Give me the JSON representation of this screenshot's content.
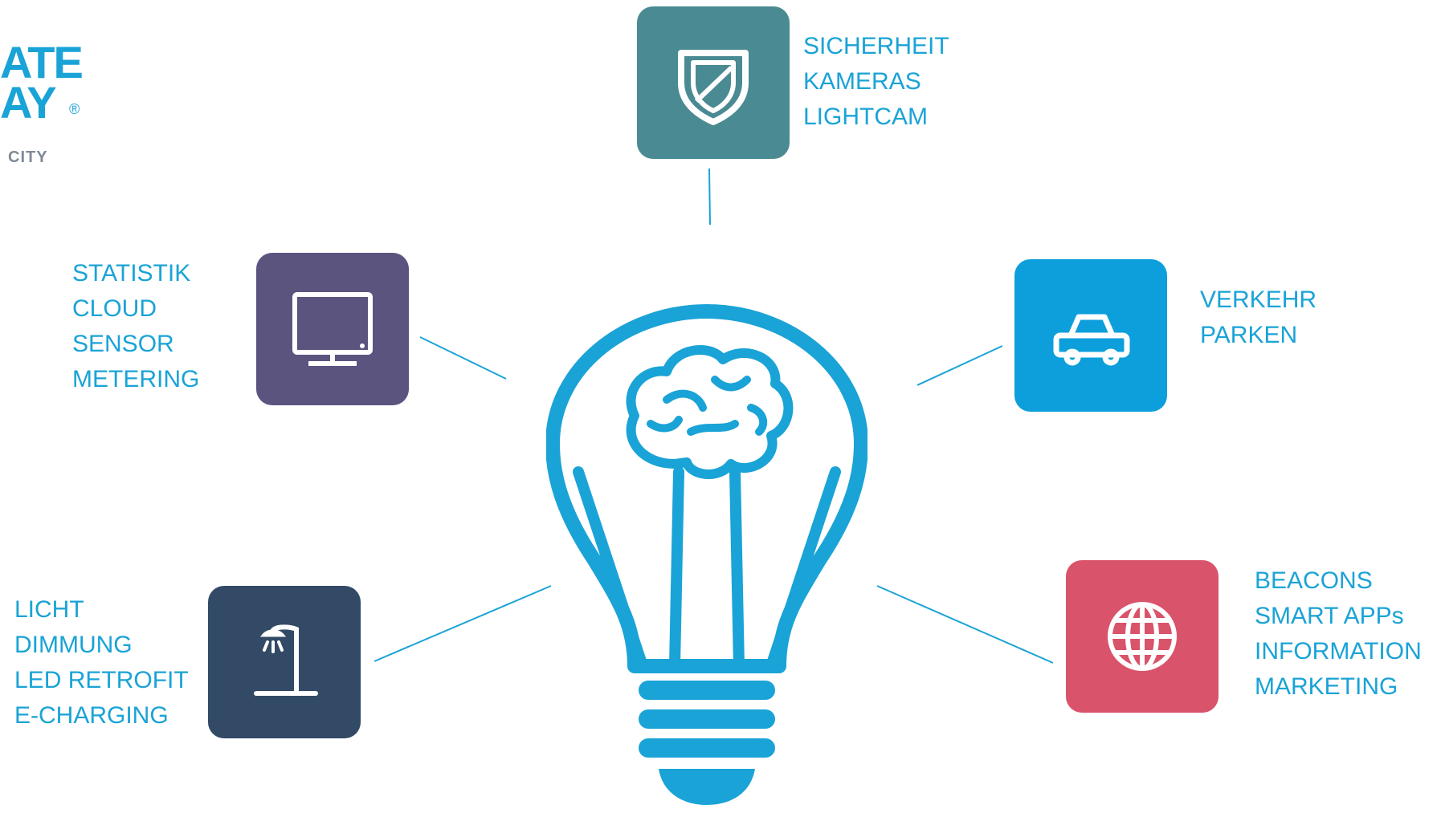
{
  "logo": {
    "line1": "ATE",
    "line2": "AY",
    "registered": "®",
    "line3": "CITY"
  },
  "nodes": {
    "security": {
      "color": "#4a8a92",
      "icon": "shield-icon",
      "lines": [
        "SICHERHEIT",
        "KAMERAS",
        "LIGHTCAM"
      ]
    },
    "statistics": {
      "color": "#5b547f",
      "icon": "monitor-icon",
      "lines": [
        "STATISTIK",
        "CLOUD",
        "SENSOR",
        "METERING"
      ]
    },
    "traffic": {
      "color": "#0d9fdb",
      "icon": "car-icon",
      "lines": [
        "VERKEHR",
        "PARKEN"
      ]
    },
    "lighting": {
      "color": "#324a66",
      "icon": "street-lamp-icon",
      "lines": [
        "LICHT",
        "DIMMUNG",
        "LED RETROFIT",
        "E-CHARGING"
      ]
    },
    "beacons": {
      "color": "#d9536a",
      "icon": "globe-icon",
      "lines": [
        "BEACONS",
        "SMART APPs",
        "INFORMATION",
        "MARKETING"
      ]
    }
  },
  "center": {
    "icon": "lightbulb-brain-icon",
    "color": "#1aa3d6"
  },
  "connector_color": "#1aa3d6"
}
